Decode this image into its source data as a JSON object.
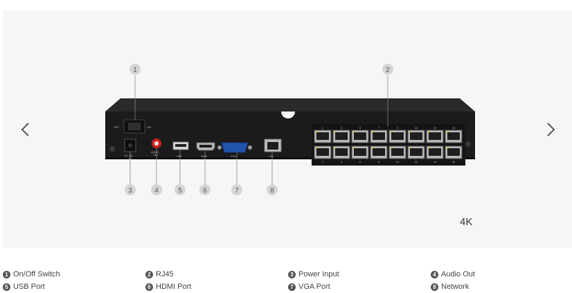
{
  "stage": {
    "badge": "4K",
    "callouts": [
      "1",
      "2",
      "3",
      "4",
      "5",
      "6",
      "7",
      "8"
    ],
    "port_labels": {
      "off": "OFF",
      "on": "ON",
      "dc": "DC 12V",
      "dc_in": "IN",
      "audio_a": "AUDIO",
      "audio_b": "OUT",
      "usb": "USB",
      "hdmi": "HDMI",
      "vga": "VGA",
      "lan": "LAN"
    },
    "poe_top": [
      "1",
      "3",
      "5",
      "7",
      "9",
      "11",
      "13",
      "15"
    ],
    "poe_bottom": [
      "2",
      "4",
      "6",
      "8",
      "10",
      "12",
      "14",
      "16"
    ]
  },
  "nav": {
    "prev_icon": "chevron-left-icon",
    "next_icon": "chevron-right-icon"
  },
  "legend": [
    {
      "num": "1",
      "label": "On/Off Switch"
    },
    {
      "num": "2",
      "label": "RJ45"
    },
    {
      "num": "3",
      "label": "Power Input"
    },
    {
      "num": "4",
      "label": "Audio Out"
    },
    {
      "num": "5",
      "label": "USB Port"
    },
    {
      "num": "6",
      "label": "HDMI Port"
    },
    {
      "num": "7",
      "label": "VGA Port"
    },
    {
      "num": "8",
      "label": "Network"
    }
  ],
  "colors": {
    "stage_bg": "#f5f6f7",
    "device": "#1c1c1c",
    "accent_red": "#cc2222"
  }
}
